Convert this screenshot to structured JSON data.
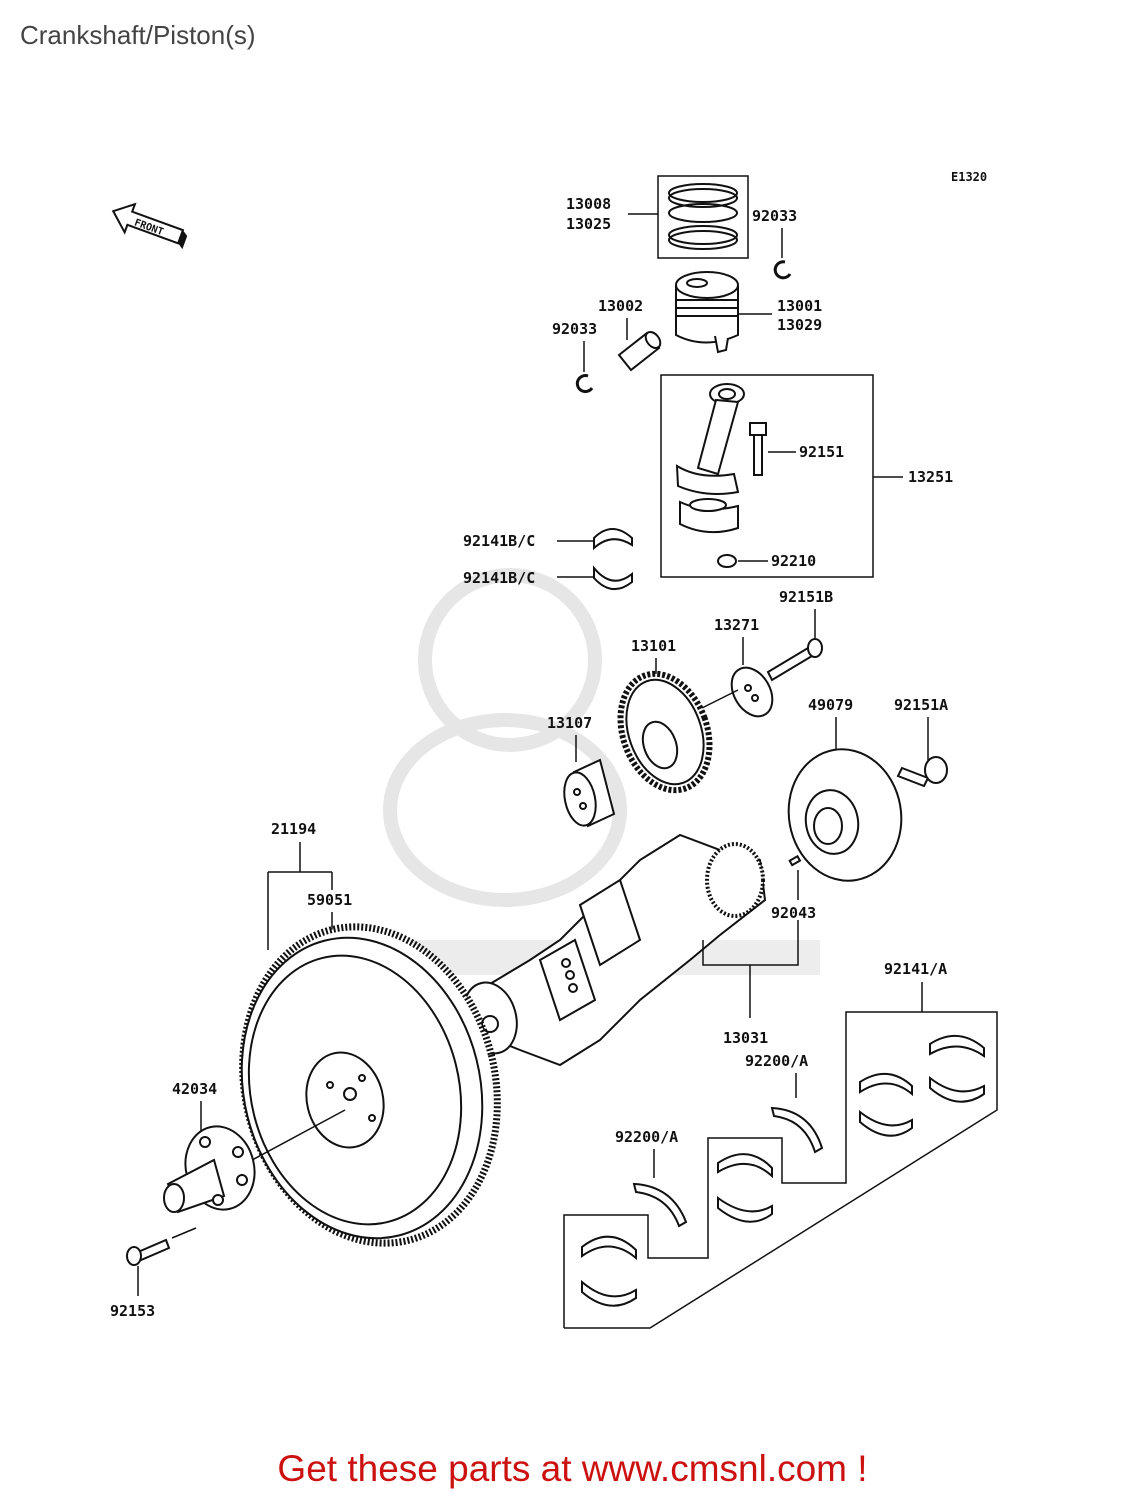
{
  "page": {
    "title": "Crankshaft/Piston(s)",
    "diagram_code": "E1320",
    "front_label": "FRONT",
    "footer": "Get these parts at www.cmsnl.com !"
  },
  "colors": {
    "footer": "#cc1111",
    "title": "#444444",
    "watermark": "#dddddd",
    "lines": "#111111"
  },
  "parts": {
    "p13008": "13008",
    "p13025": "13025",
    "p92033_top": "92033",
    "p13002": "13002",
    "p13001": "13001",
    "p13029": "13029",
    "p92033_left": "92033",
    "p92151": "92151",
    "p13251": "13251",
    "p92141bc_1": "92141B/C",
    "p92141bc_2": "92141B/C",
    "p92210": "92210",
    "p92151b": "92151B",
    "p13271": "13271",
    "p13101": "13101",
    "p49079": "49079",
    "p92151a": "92151A",
    "p13107": "13107",
    "p21194": "21194",
    "p59051": "59051",
    "p92043": "92043",
    "p92141a": "92141/A",
    "p13031": "13031",
    "p92200a_1": "92200/A",
    "p42034": "42034",
    "p92200a_2": "92200/A",
    "p92153": "92153"
  }
}
